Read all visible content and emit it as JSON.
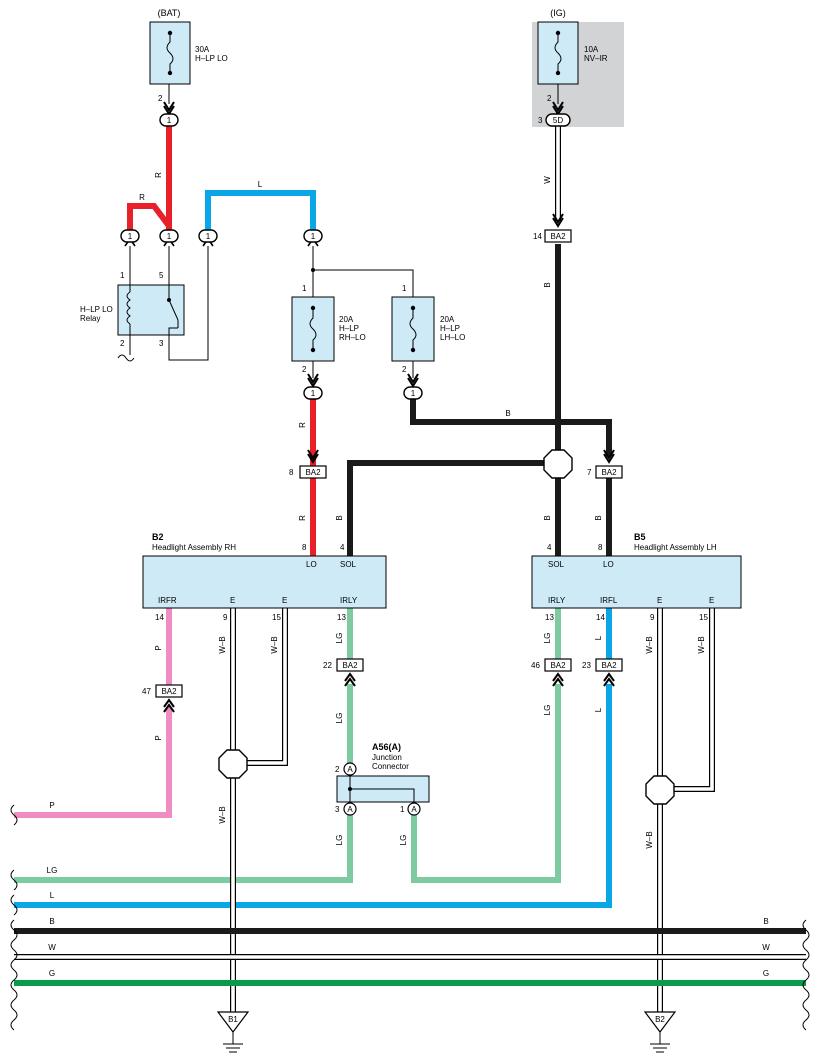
{
  "colors": {
    "R": "#e8202a",
    "L": "#0aa6e6",
    "B": "#1a1a1a",
    "P": "#ef8cc1",
    "LG": "#7ecba1",
    "G": "#0b9a4b",
    "W": "#ffffff",
    "box": "#cdeaf6",
    "ig_bg": "#d1d3d4"
  },
  "sources": {
    "bat": {
      "label": "(BAT)",
      "fuse_rating": "30A",
      "fuse_name": "H–LP LO",
      "pin": "2",
      "connector": "1"
    },
    "ig": {
      "label": "(IG)",
      "fuse_rating": "10A",
      "fuse_name": "NV–IR",
      "pin": "2",
      "connector_pin": "3",
      "connector": "5D"
    }
  },
  "relay": {
    "name_line1": "H–LP LO",
    "name_line2": "Relay",
    "pins": {
      "coil_top": "1",
      "coil_bottom": "2",
      "switch_top": "5",
      "switch_bottom": "3"
    },
    "connectors": [
      "1",
      "1",
      "1"
    ]
  },
  "fuses": {
    "rh": {
      "rating": "20A",
      "line1": "H–LP",
      "line2": "RH–LO",
      "pin_top": "1",
      "pin_bottom": "2",
      "connector": "1"
    },
    "lh": {
      "rating": "20A",
      "line1": "H–LP",
      "line2": "LH–LO",
      "pin_top": "1",
      "pin_bottom": "2",
      "connector": "1"
    },
    "l_connector": "1"
  },
  "wire_labels": {
    "R": "R",
    "L": "L",
    "B": "B",
    "W": "W",
    "P": "P",
    "LG": "LG",
    "G": "G",
    "WB": "W–B"
  },
  "ba2": {
    "name": "BA2",
    "p14": "14",
    "p8": "8",
    "p7": "7",
    "p47": "47",
    "p22": "22",
    "p46": "46",
    "p23": "23"
  },
  "b2": {
    "code": "B2",
    "name": "Headlight Assembly RH",
    "pin_lo": "8",
    "pin_sol": "4",
    "term_lo": "LO",
    "term_sol": "SOL",
    "term_irfr": "IRFR",
    "term_e1": "E",
    "term_e2": "E",
    "term_irly": "IRLY",
    "pin_irfr": "14",
    "pin_e1": "9",
    "pin_e2": "15",
    "pin_irly": "13"
  },
  "b5": {
    "code": "B5",
    "name": "Headlight Assembly LH",
    "pin_sol": "4",
    "pin_lo": "8",
    "term_sol": "SOL",
    "term_lo": "LO",
    "term_irly": "IRLY",
    "term_irfl": "IRFL",
    "term_e1": "E",
    "term_e2": "E",
    "pin_irly": "13",
    "pin_irfl": "14",
    "pin_e1": "9",
    "pin_e2": "15"
  },
  "junction": {
    "code": "A56(A)",
    "line1": "Junction",
    "line2": "Connector",
    "pin2": "2",
    "pin3": "3",
    "pin1": "1",
    "letter": "A"
  },
  "grounds": {
    "b1": "B1",
    "b2": "B2"
  }
}
